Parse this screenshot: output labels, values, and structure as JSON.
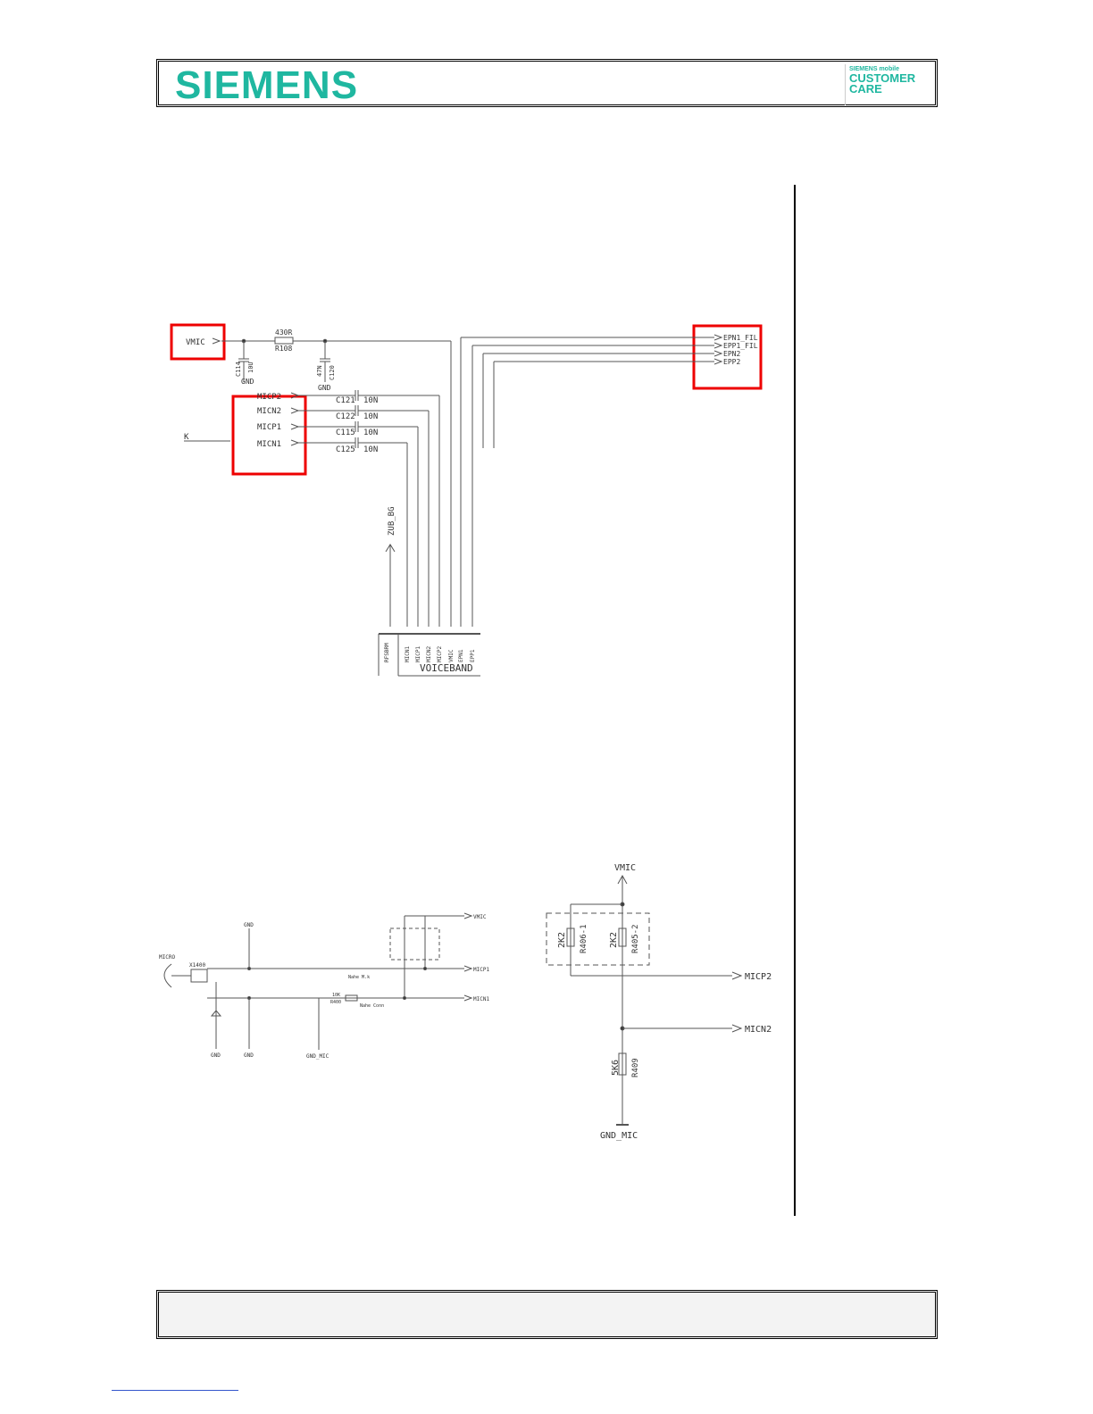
{
  "header": {
    "logo": "SIEMENS",
    "badge_brand": "SIEMENS mobile",
    "badge_line1": "CUSTOMER",
    "badge_line2": "CARE"
  },
  "schematic_top": {
    "vmic": "VMIC",
    "r108_value": "430R",
    "r108_ref": "R108",
    "c114_ref": "C114",
    "c114_value": "10U",
    "c120_ref": "C120",
    "c120_value": "47N",
    "gnd1": "GND",
    "gnd2": "GND",
    "micp2": "MICP2",
    "micn2": "MICN2",
    "micp1": "MICP1",
    "micn1": "MICN1",
    "c121_ref": "C121",
    "c122_ref": "C122",
    "c115_ref": "C115",
    "c125_ref": "C125",
    "cap_value": "10N",
    "epn1": "EPN1_FIL",
    "epp1": "EPP1_FIL",
    "epn2": "EPN2",
    "epp2": "EPP2",
    "zub": "ZUB_BG",
    "voiceband": "VOICEBAND",
    "pins": [
      "RFSBRM",
      "MICN1",
      "MICP1",
      "MICN2",
      "MICP2",
      "VMIC",
      "EPN1",
      "EPP1"
    ],
    "k": "K"
  },
  "schematic_bl": {
    "micro": "MICRO",
    "x_ref": "X1400",
    "gnd_top": "GND",
    "gnd_a": "GND",
    "gnd_b": "GND",
    "gnd_mic": "GND_MIC",
    "vmic": "VMIC",
    "micp": "MICP1",
    "micn": "MICN1",
    "r1": "10K",
    "r1b": "R400",
    "note1": "Nahe M.k",
    "note2": "Nahe Conn"
  },
  "schematic_br": {
    "vmic": "VMIC",
    "r1_value": "2K2",
    "r1_ref": "R406-1",
    "r2_value": "2K2",
    "r2_ref": "R405-2",
    "micp2": "MICP2",
    "micn2": "MICN2",
    "r3_value": "5K6",
    "r3_ref": "R409",
    "gnd_mic": "GND_MIC"
  }
}
